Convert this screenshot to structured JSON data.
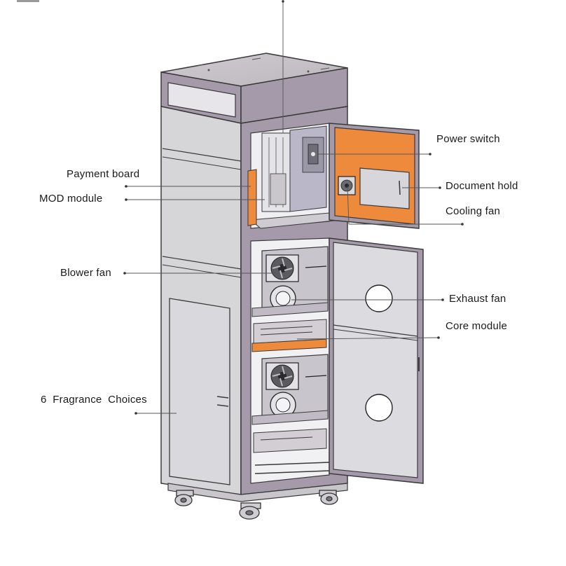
{
  "labels": {
    "power_switch": "Power switch",
    "payment_board": "Payment board",
    "document_hold": "Document hold",
    "mod_module": "MOD module",
    "cooling_fan": "Cooling fan",
    "blower_fan": "Blower fan",
    "exhaust_fan": "Exhaust fan",
    "core_module": "Core module",
    "fragrance_choices": "6  Fragrance  Choices"
  },
  "colors": {
    "cabinet": "#d6d5d8",
    "frame": "#a49aa9",
    "accent": "#ee8a3c",
    "outline": "#3a3a3a",
    "leader": "#555555",
    "text": "#1a1a1a"
  }
}
